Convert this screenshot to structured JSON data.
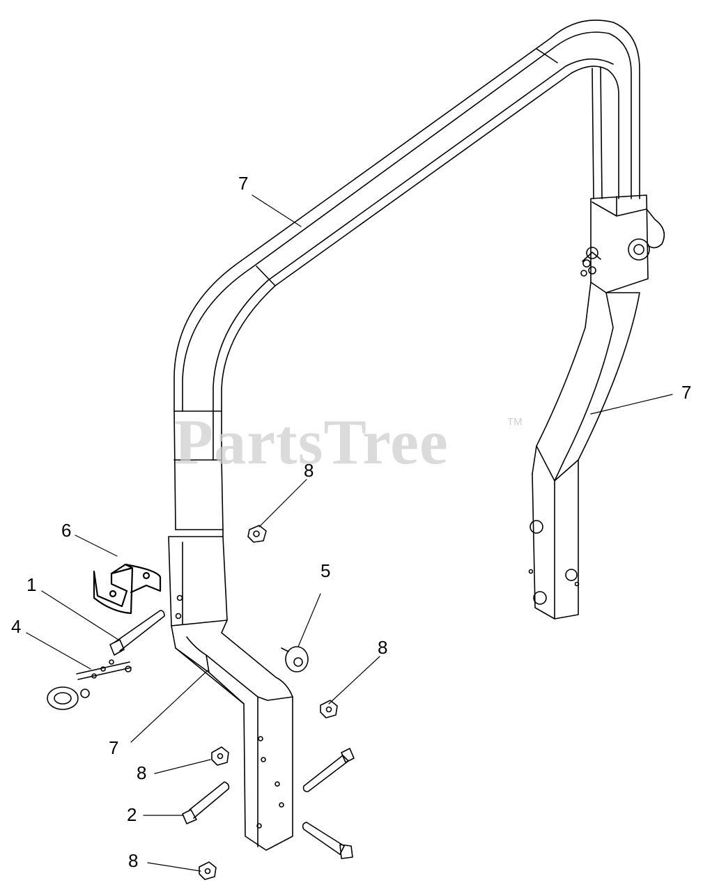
{
  "watermark": {
    "text": "PartsTree",
    "tm": "TM"
  },
  "callouts": [
    {
      "id": "7-top",
      "label": "7"
    },
    {
      "id": "7-right",
      "label": "7"
    },
    {
      "id": "8-upper",
      "label": "8"
    },
    {
      "id": "6",
      "label": "6"
    },
    {
      "id": "5",
      "label": "5"
    },
    {
      "id": "1",
      "label": "1"
    },
    {
      "id": "4",
      "label": "4"
    },
    {
      "id": "8-mid",
      "label": "8"
    },
    {
      "id": "7-lower",
      "label": "7"
    },
    {
      "id": "8-lower",
      "label": "8"
    },
    {
      "id": "2",
      "label": "2"
    },
    {
      "id": "8-bottom",
      "label": "8"
    }
  ],
  "colors": {
    "line": "#000000",
    "watermark": "#cfcfcf",
    "background": "#ffffff"
  }
}
